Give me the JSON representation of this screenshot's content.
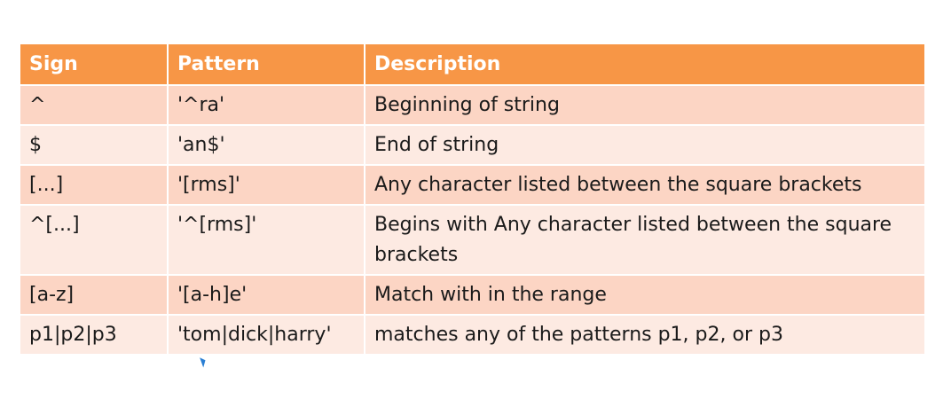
{
  "table": {
    "headers": [
      "Sign",
      "Pattern",
      "Description"
    ],
    "rows": [
      {
        "sign": "^",
        "pattern": "'^ra'",
        "description": "Beginning of string"
      },
      {
        "sign": "$",
        "pattern": "'an$'",
        "description": "End of string"
      },
      {
        "sign": "[...]",
        "pattern": "'[rms]'",
        "description": "Any character listed between the square brackets"
      },
      {
        "sign": "^[...]",
        "pattern": "'^[rms]'",
        "description": "Begins with Any character listed between the square brackets"
      },
      {
        "sign": "[a-z]",
        "pattern": "'[a-h]e'",
        "description": "Match with in the range"
      },
      {
        "sign": "p1|p2|p3",
        "pattern": "'tom|dick|harry'",
        "description": "matches any of the patterns p1, p2, or p3"
      }
    ]
  },
  "colors": {
    "header": "#f79646",
    "row_odd": "#fcd5c4",
    "row_even": "#fdeae2"
  }
}
